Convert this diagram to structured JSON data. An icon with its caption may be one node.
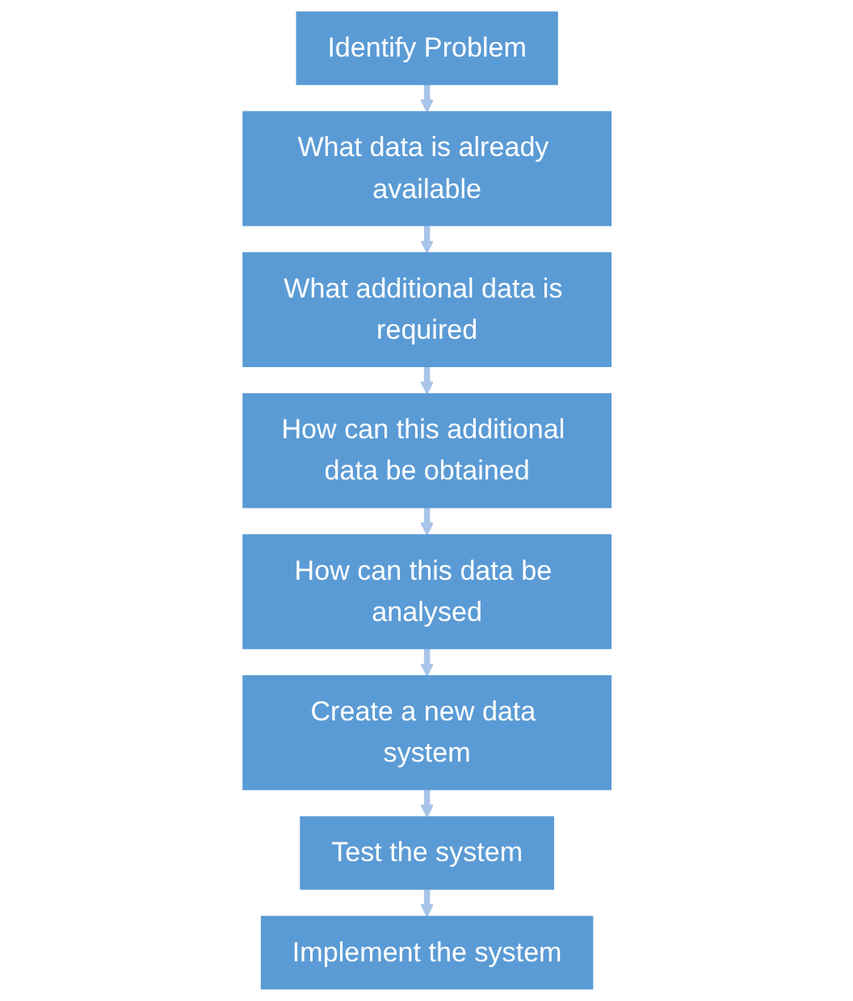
{
  "diagram": {
    "nodes": [
      {
        "text": [
          "Identify Problem"
        ]
      },
      {
        "text": [
          "What data is already available"
        ]
      },
      {
        "text": [
          "What additional data is required"
        ]
      },
      {
        "text": [
          "How can this additional data be obtained"
        ]
      },
      {
        "text": [
          "How can this data be analysed"
        ]
      },
      {
        "text": [
          "Create a new data system"
        ]
      },
      {
        "text": [
          "Test the system"
        ]
      },
      {
        "text": [
          "Implement the system"
        ]
      }
    ],
    "edges": [
      {
        "from": 0,
        "to": 1,
        "arrow": "to"
      },
      {
        "from": 1,
        "to": 2,
        "arrow": "to"
      },
      {
        "from": 2,
        "to": 3,
        "arrow": "to"
      },
      {
        "from": 3,
        "to": 4,
        "arrow": "to"
      },
      {
        "from": 4,
        "to": 5,
        "arrow": "to"
      },
      {
        "from": 5,
        "to": 6,
        "arrow": "to"
      },
      {
        "from": 6,
        "to": 7,
        "arrow": "to"
      }
    ]
  }
}
